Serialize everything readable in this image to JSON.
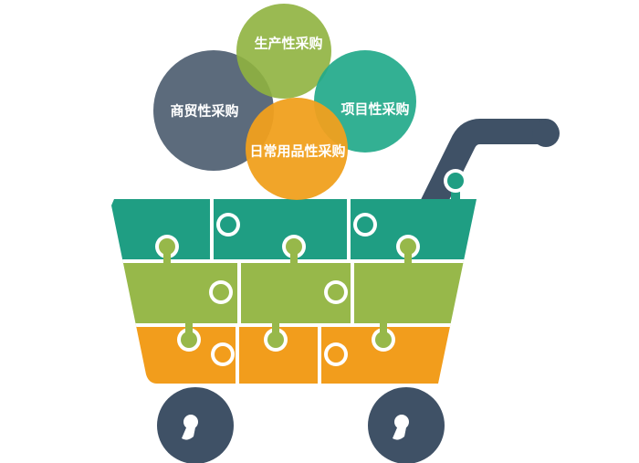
{
  "bubbles": [
    {
      "id": "shengchan",
      "label": "生产性采购",
      "color": "#8fb33f"
    },
    {
      "id": "shangmao",
      "label": "商贸性采购",
      "color": "#4e5e71"
    },
    {
      "id": "xiangmu",
      "label": "项目性采购",
      "color": "#22a98a"
    },
    {
      "id": "richang",
      "label": "日常用品性采购",
      "color": "#f0a01e"
    }
  ],
  "colors": {
    "teal": "#1f9e83",
    "green": "#97b84a",
    "orange": "#f29d1c",
    "frame": "#3f5166",
    "gap": "#ffffff"
  }
}
